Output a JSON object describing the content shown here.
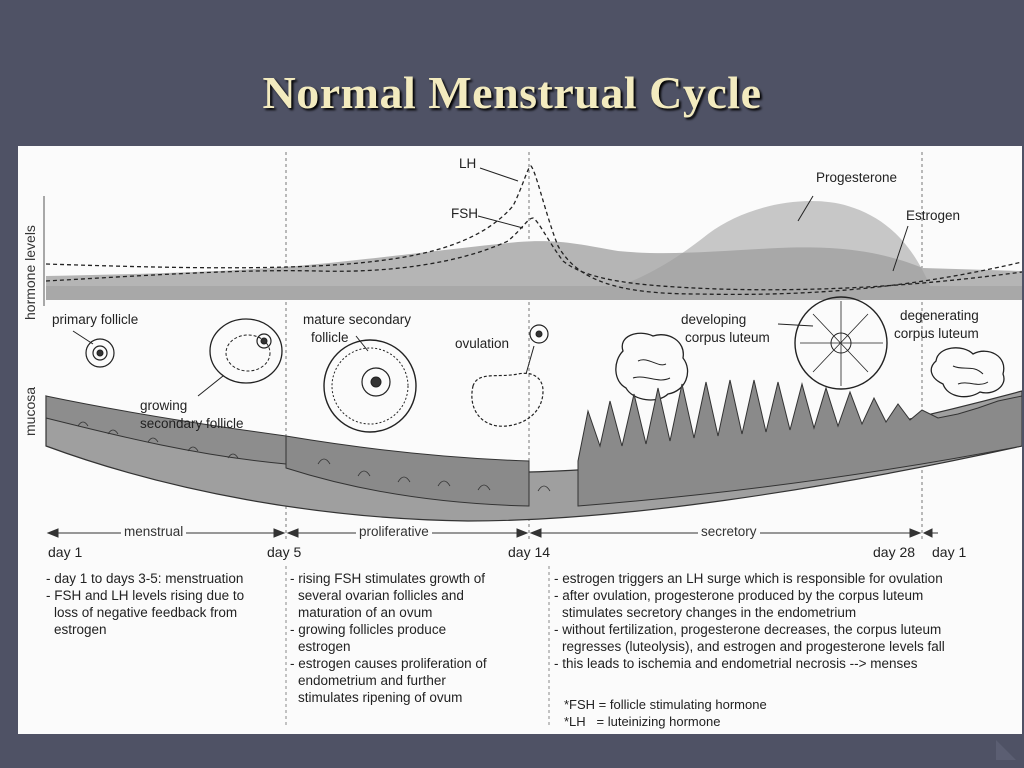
{
  "slide": {
    "title": "Normal Menstrual Cycle"
  },
  "diagram": {
    "axis_labels": {
      "hormone": "hormone levels",
      "mucosa": "mucosa"
    },
    "hormones": {
      "lh": "LH",
      "fsh": "FSH",
      "progesterone": "Progesterone",
      "estrogen": "Estrogen"
    },
    "stages": {
      "primary": "primary follicle",
      "growing_1": "growing",
      "growing_2": "secondary follicle",
      "mature_1": "mature secondary",
      "mature_2": "follicle",
      "ovulation": "ovulation",
      "developing_1": "developing",
      "developing_2": "corpus luteum",
      "degenerating_1": "degenerating",
      "degenerating_2": "corpus luteum"
    },
    "phases": {
      "menstrual": "menstrual",
      "proliferative": "proliferative",
      "secretory": "secretory"
    },
    "days": {
      "d1": "day 1",
      "d5": "day 5",
      "d14": "day 14",
      "d28": "day 28",
      "d1b": "day 1"
    },
    "notes": {
      "col1": [
        "- day 1 to days 3-5: menstruation",
        "- FSH and LH levels rising due to",
        "  loss of negative feedback from",
        "  estrogen"
      ],
      "col2": [
        "- rising FSH stimulates growth of",
        "  several ovarian follicles and",
        "  maturation of an ovum",
        "- growing follicles produce",
        "  estrogen",
        "- estrogen causes proliferation of",
        "  endometrium and further",
        "  stimulates ripening of ovum"
      ],
      "col3": [
        "- estrogen triggers an LH surge which is responsible for ovulation",
        "- after ovulation, progesterone produced by the corpus luteum",
        "  stimulates secretory changes in the endometrium",
        "- without fertilization, progesterone decreases, the corpus luteum",
        "  regresses (luteolysis), and estrogen and progesterone levels fall",
        "- this leads to ischemia and endometrial necrosis --> menses"
      ],
      "abbr": [
        "*FSH = follicle stimulating hormone",
        "*LH   = luteinizing hormone"
      ]
    }
  }
}
